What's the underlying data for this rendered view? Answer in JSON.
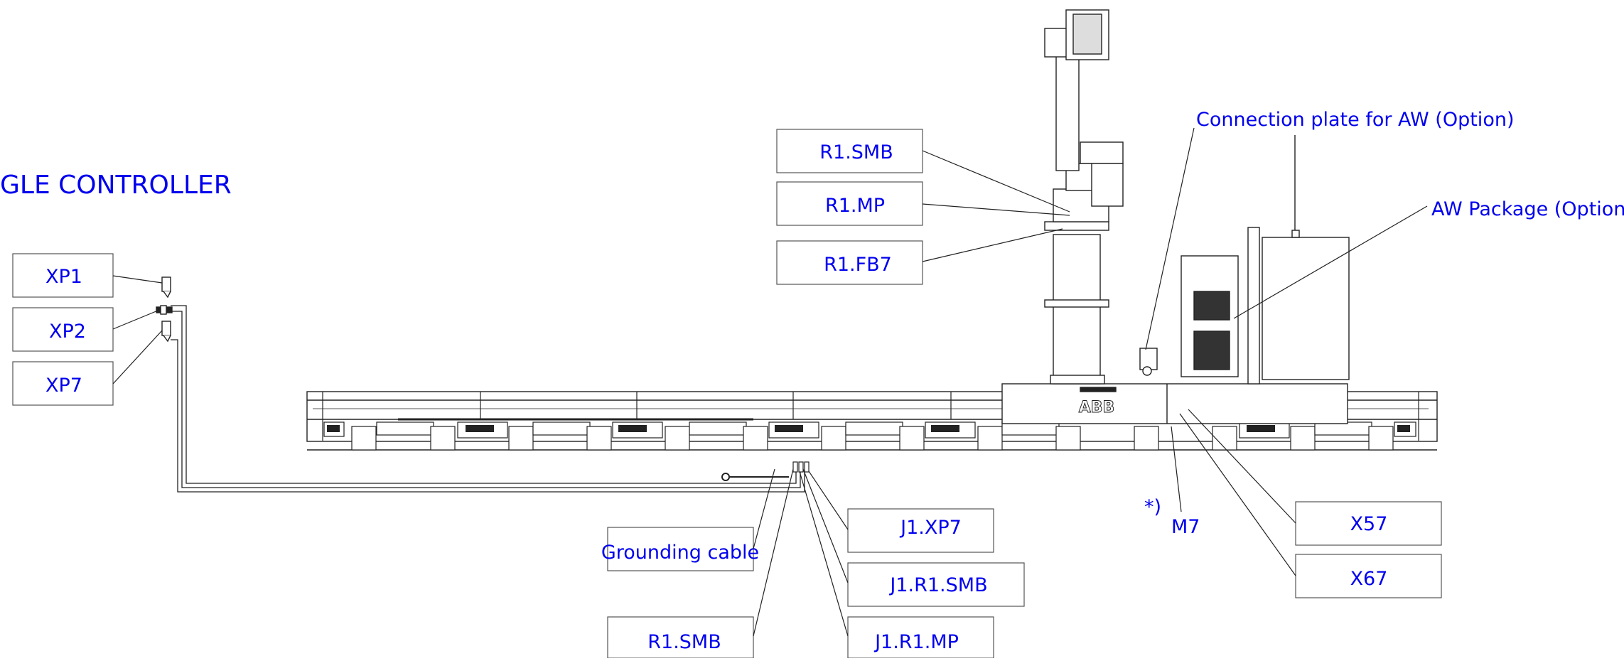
{
  "colors": {
    "label": "#0000ee",
    "line": "#1a1a1a",
    "box": "#555555",
    "background": "#ffffff"
  },
  "heading": "GLE CONTROLLER",
  "controller_connectors": {
    "xp1": "XP1",
    "xp2": "XP2",
    "xp7": "XP7"
  },
  "robot_connectors": {
    "r1_smb": "R1.SMB",
    "r1_mp": "R1.MP",
    "r1_fb7": "R1.FB7"
  },
  "callouts": {
    "connection_plate": "Connection plate for AW (Option)",
    "aw_package": "AW Package (Option)",
    "footnote_mark": "*)",
    "m7": "M7"
  },
  "track_connectors": {
    "x57": "X57",
    "x67": "X67",
    "j1_xp7": "J1.XP7",
    "j1_r1_smb": "J1.R1.SMB",
    "j1_r1_mp": "J1.R1.MP",
    "grounding_cable": "Grounding cable",
    "r1_smb_bottom": "R1.SMB"
  },
  "carriage_logo": "ABB"
}
